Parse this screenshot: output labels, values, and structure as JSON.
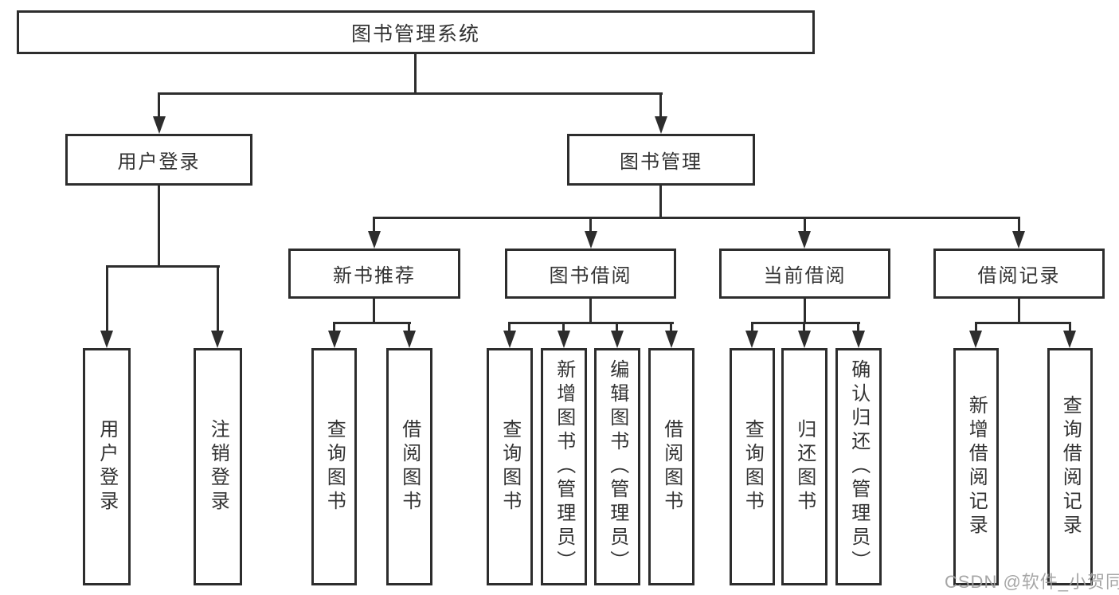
{
  "diagram": {
    "root": {
      "label": "图书管理系统"
    },
    "level2": {
      "login": {
        "label": "用户登录"
      },
      "management": {
        "label": "图书管理"
      }
    },
    "level3": {
      "recommend": {
        "label": "新书推荐"
      },
      "borrow": {
        "label": "图书借阅"
      },
      "current": {
        "label": "当前借阅"
      },
      "records": {
        "label": "借阅记录"
      }
    },
    "leaves": {
      "login": [
        "用户登录",
        "注销登录"
      ],
      "recommend": [
        "查询图书",
        "借阅图书"
      ],
      "borrow": [
        "查询图书",
        "新增图书（管理员）",
        "编辑图书（管理员）",
        "借阅图书"
      ],
      "current": [
        "查询图书",
        "归还图书",
        "确认归还（管理员）"
      ],
      "records": [
        "新增借阅记录",
        "查询借阅记录"
      ]
    },
    "watermark": "CSDN @软件_小贺同学",
    "colors": {
      "line": "#2d2d2d",
      "text": "#333333",
      "watermark": "#9e9e9e",
      "background": "#ffffff"
    }
  }
}
